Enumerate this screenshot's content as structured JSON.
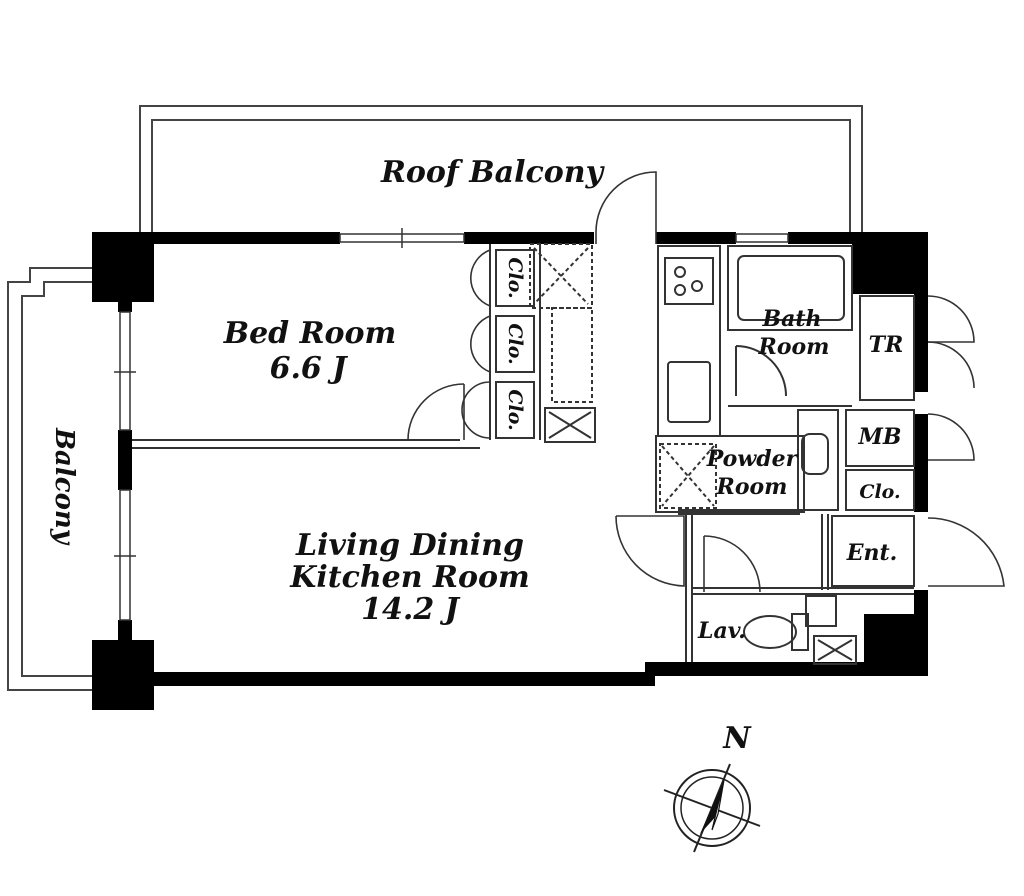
{
  "rooms": {
    "roof_balcony": "Roof Balcony",
    "balcony": "Balcony",
    "bedroom_name": "Bed Room",
    "bedroom_size": "6.6 J",
    "living_line1": "Living Dining",
    "living_line2": "Kitchen Room",
    "living_size": "14.2 J",
    "bath_line1": "Bath",
    "bath_line2": "Room",
    "powder_line1": "Powder",
    "powder_line2": "Room",
    "tr": "TR",
    "mb": "MB",
    "clo_right": "Clo.",
    "clo_a": "Clo.",
    "clo_b": "Clo.",
    "clo_c": "Clo.",
    "entrance": "Ent.",
    "lavatory": "Lav."
  },
  "compass": {
    "north": "N"
  },
  "colors": {
    "wall": "#000000",
    "line": "#333333",
    "background": "#ffffff"
  }
}
